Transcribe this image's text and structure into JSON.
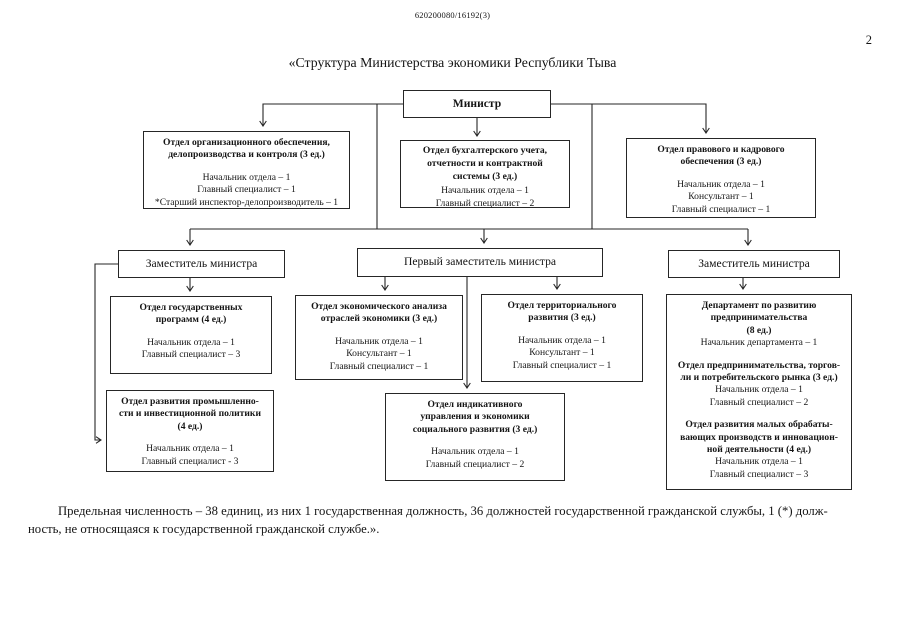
{
  "page": {
    "doc_number": "620200080/16192(3)",
    "page_number": "2",
    "title": "«Структура Министерства экономики Республики Тыва",
    "footer_lines": [
      "Предельная численность – 38 единиц, из них 1 государственная должность, 36 должностей государственной гражданской службы, 1 (*) долж-",
      "ность, не относящаяся к государственной гражданской службе.»."
    ]
  },
  "diagram": {
    "boxes": [
      {
        "id": "minister",
        "lines": [
          {
            "t": "Министр",
            "b": true
          }
        ]
      },
      {
        "id": "org-support",
        "lines": [
          {
            "t": "Отдел организационного обеспечения,",
            "b": true
          },
          {
            "t": "делопроизводства и контроля (3 ед.)",
            "b": true
          },
          {
            "t": "Начальник отдела – 1",
            "gap": true
          },
          {
            "t": "Главный специалист – 1"
          },
          {
            "t": "*Старший инспектор-делопроизводитель – 1"
          }
        ]
      },
      {
        "id": "accounting",
        "lines": [
          {
            "t": "Отдел бухгалтерского учета,",
            "b": true
          },
          {
            "t": "отчетности и контрактной",
            "b": true
          },
          {
            "t": "системы  (3 ед.)",
            "b": true
          },
          {
            "t": "Начальник отдела – 1"
          },
          {
            "t": "Главный специалист – 2"
          }
        ]
      },
      {
        "id": "legal",
        "lines": [
          {
            "t": "Отдел правового и кадрового",
            "b": true
          },
          {
            "t": "обеспечения (3 ед.)",
            "b": true
          },
          {
            "t": "Начальник отдела – 1",
            "gap": true
          },
          {
            "t": "Консультант – 1"
          },
          {
            "t": "Главный специалист – 1"
          }
        ]
      },
      {
        "id": "deputy-left",
        "lines": [
          {
            "t": "Заместитель министра"
          }
        ]
      },
      {
        "id": "first-deputy",
        "lines": [
          {
            "t": "Первый заместитель министра"
          }
        ]
      },
      {
        "id": "deputy-right",
        "lines": [
          {
            "t": "Заместитель министра"
          }
        ]
      },
      {
        "id": "state-programs",
        "lines": [
          {
            "t": "Отдел государственных",
            "b": true
          },
          {
            "t": "программ (4 ед.)",
            "b": true
          },
          {
            "t": "Начальник отдела – 1",
            "gap": true
          },
          {
            "t": "Главный специалист – 3"
          }
        ]
      },
      {
        "id": "economic-analysis",
        "lines": [
          {
            "t": "Отдел экономического анализа",
            "b": true
          },
          {
            "t": "отраслей экономики (3 ед.)",
            "b": true
          },
          {
            "t": "Начальник отдела – 1",
            "gap": true
          },
          {
            "t": "Консультант – 1"
          },
          {
            "t": "Главный специалист – 1"
          }
        ]
      },
      {
        "id": "territorial",
        "lines": [
          {
            "t": "Отдел территориального",
            "b": true
          },
          {
            "t": "развития (3 ед.)",
            "b": true
          },
          {
            "t": "Начальник отдела – 1",
            "gap": true
          },
          {
            "t": "Консультант – 1"
          },
          {
            "t": "Главный специалист – 1"
          }
        ]
      },
      {
        "id": "entrepreneurship-dept",
        "lines": [
          {
            "t": "Департамент по развитию",
            "b": true
          },
          {
            "t": "предпринимательства",
            "b": true
          },
          {
            "t": "(8 ед.)",
            "b": true
          },
          {
            "t": "Начальник департамента – 1"
          },
          {
            "t": "Отдел предпринимательства, торгов-",
            "b": true,
            "gap": true
          },
          {
            "t": "ли и потребительского рынка (3 ед.)",
            "b": true
          },
          {
            "t": "Начальник отдела – 1"
          },
          {
            "t": "Главный специалист – 2"
          },
          {
            "t": "Отдел развития малых обрабаты-",
            "b": true,
            "gap": true
          },
          {
            "t": "вающих производств и инновацион-",
            "b": true
          },
          {
            "t": "ной деятельности (4 ед.)",
            "b": true
          },
          {
            "t": "Начальник отдела – 1"
          },
          {
            "t": "Главный специалист – 3"
          }
        ]
      },
      {
        "id": "industry",
        "lines": [
          {
            "t": "Отдел развития промышленно-",
            "b": true
          },
          {
            "t": "сти и инвестиционной политики",
            "b": true
          },
          {
            "t": "(4 ед.)",
            "b": true
          },
          {
            "t": "Начальник отдела – 1",
            "gap": true
          },
          {
            "t": "Главный специалист - 3"
          }
        ]
      },
      {
        "id": "indicative",
        "lines": [
          {
            "t": "Отдел индикативного",
            "b": true
          },
          {
            "t": "управления и экономики",
            "b": true
          },
          {
            "t": "социального развития (3 ед.)",
            "b": true
          },
          {
            "t": "Начальник отдела – 1",
            "gap": true
          },
          {
            "t": "Главный специалист – 2"
          }
        ]
      }
    ]
  }
}
